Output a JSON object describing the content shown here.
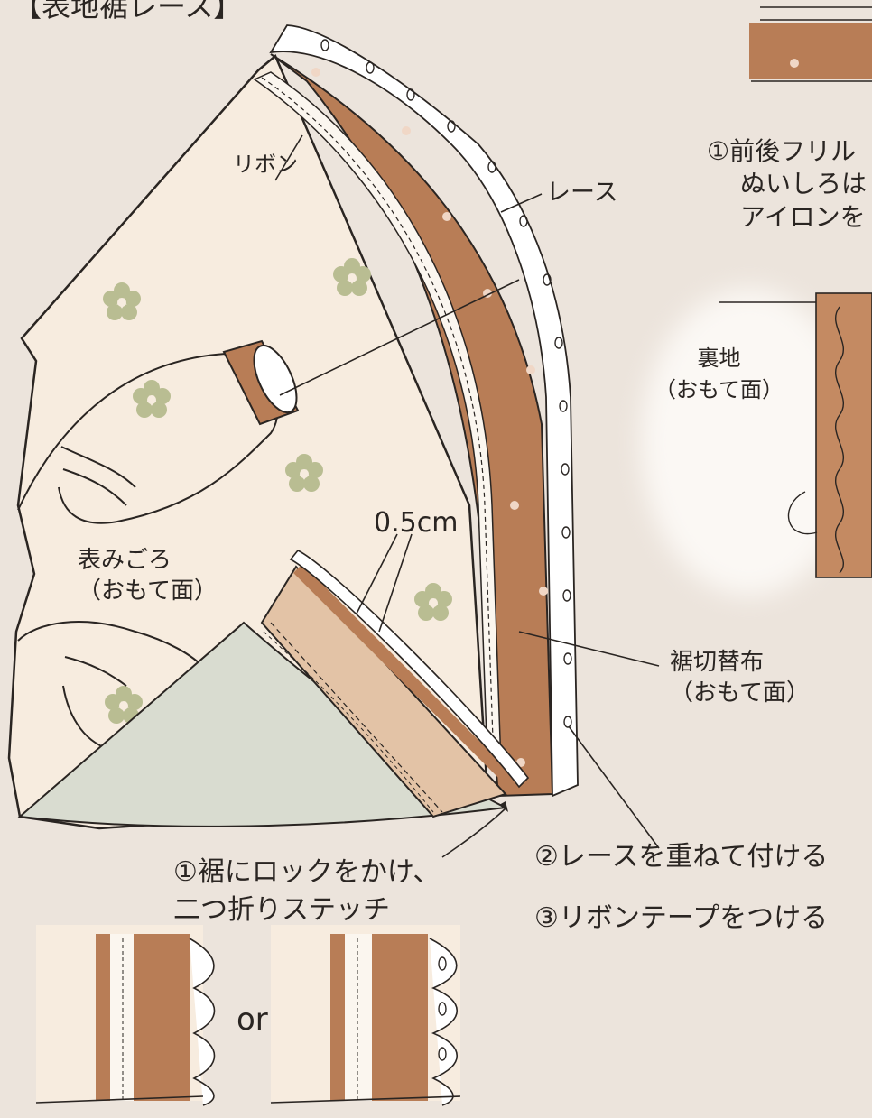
{
  "title": "【表地裾レース】",
  "labels": {
    "ribbon": "リボン",
    "lace": "レース",
    "front_frill_note": [
      "①前後フリル",
      "ぬいしろは",
      "アイロンを"
    ],
    "lining": [
      "裏地",
      "（おもて面）"
    ],
    "seam_allowance": "0.5cm",
    "front_body": [
      "表みごろ",
      "（おもて面）"
    ],
    "hem_panel": [
      "裾切替布",
      "（おもて面）"
    ],
    "step1": [
      "①裾にロックをかけ、",
      "二つ折りステッチ"
    ],
    "step2": "②レースを重ねて付ける",
    "step3": "③リボンテープをつける",
    "or": "or"
  },
  "colors": {
    "background": "#ece4dc",
    "fabric": "#f7ecdf",
    "brown_tape": "#b87d56",
    "lining_fabric": "#d9dcd0",
    "flower": "#b9bd92",
    "outline": "#2a2522",
    "lace": "#ffffff"
  },
  "icons": [
    "flower-motif-icon",
    "lace-scallop-icon",
    "sleeve-cuff-icon"
  ]
}
